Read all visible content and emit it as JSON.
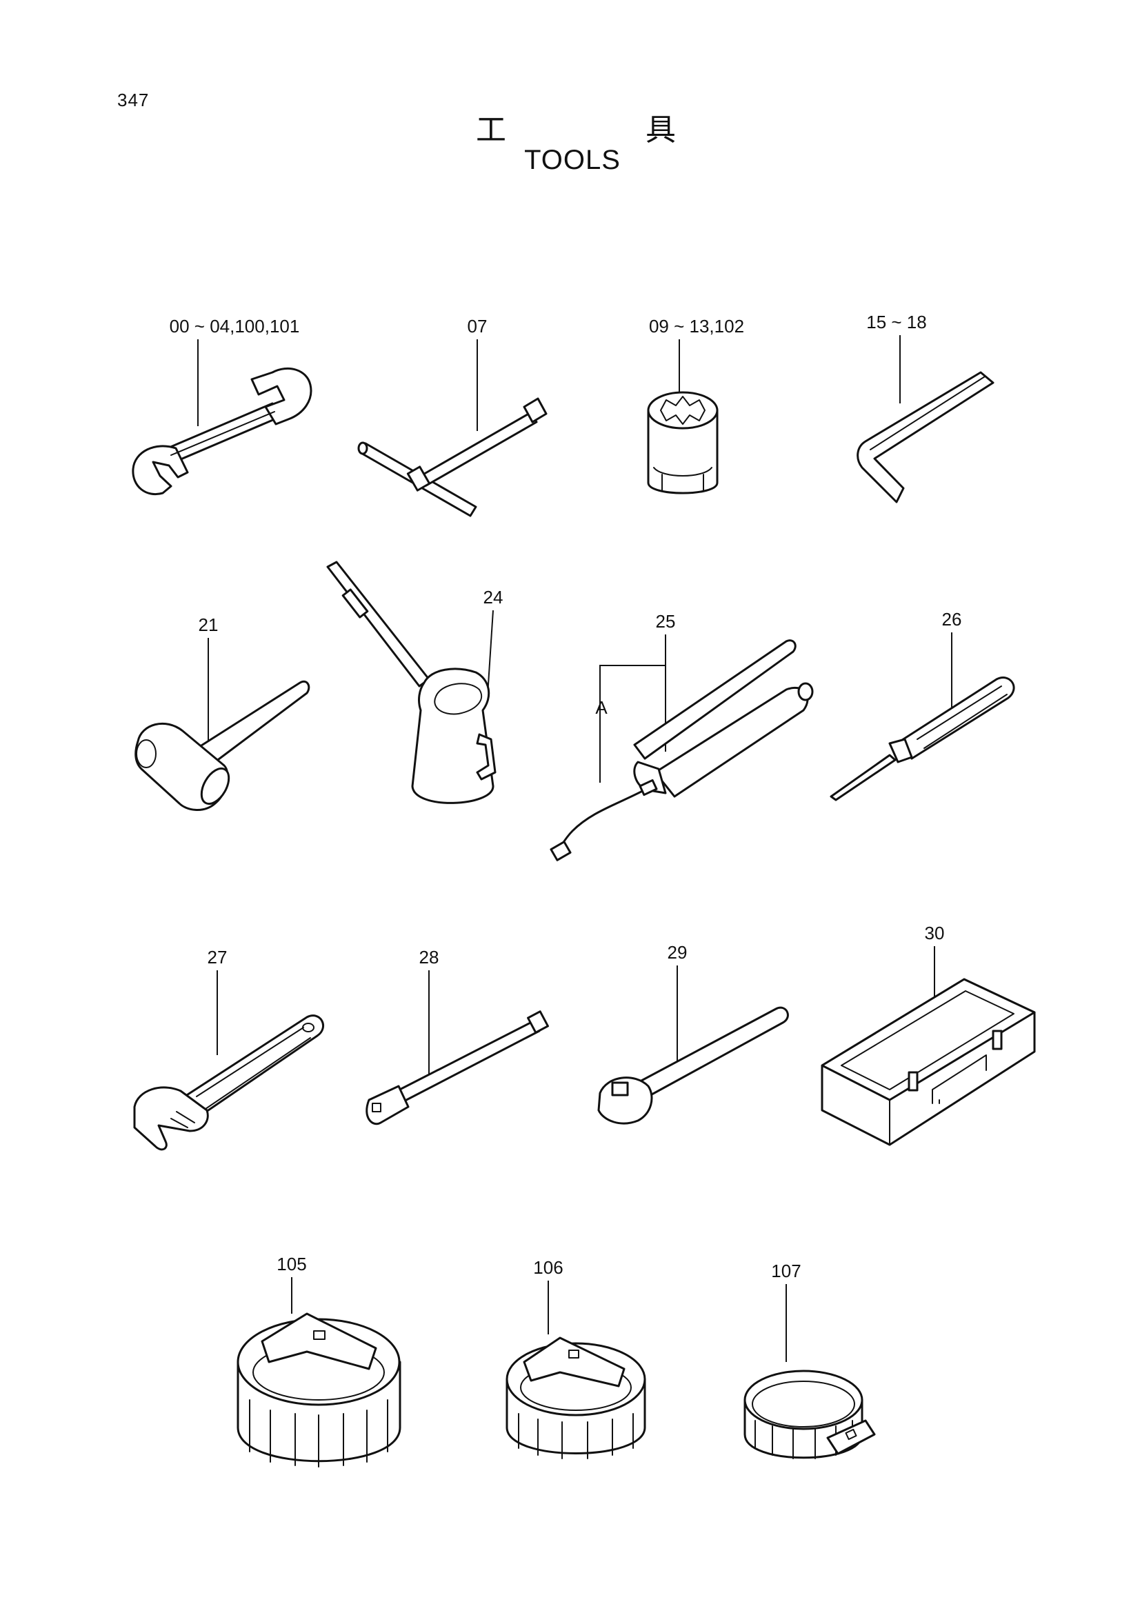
{
  "page": {
    "number": "347",
    "title_jp": [
      "工",
      "具"
    ],
    "title_en": "TOOLS"
  },
  "callouts": {
    "c1": "00 ~ 04,100,101",
    "c2": "07",
    "c3": "09 ~ 13,102",
    "c4": "15 ~ 18",
    "c5": "21",
    "c6": "24",
    "c7": "25",
    "c7a": "A",
    "c8": "26",
    "c9": "27",
    "c10": "28",
    "c11": "29",
    "c12": "30",
    "c13": "105",
    "c14": "106",
    "c15": "107"
  }
}
